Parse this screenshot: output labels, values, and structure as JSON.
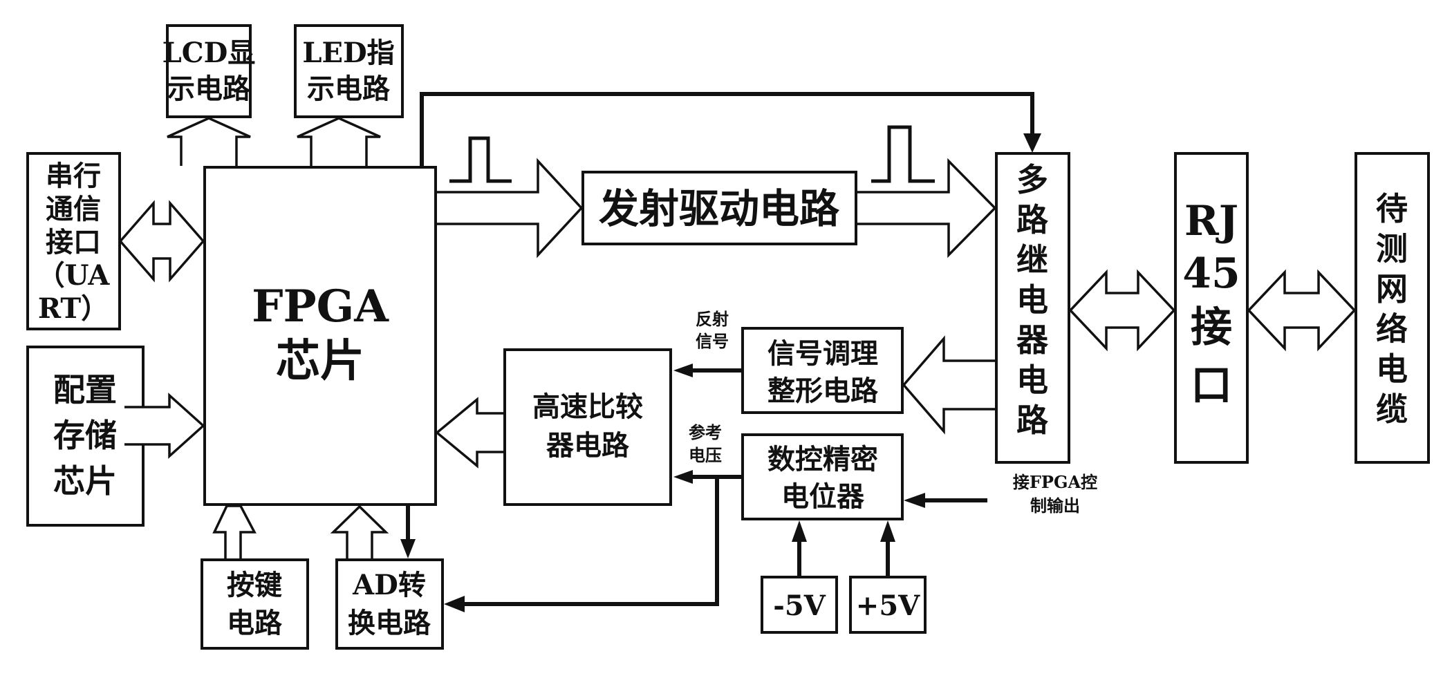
{
  "blocks": {
    "lcd": [
      "LCD显",
      "示电路"
    ],
    "led": [
      "LED指",
      "示电路"
    ],
    "uart": [
      "串行",
      "通信",
      "接口",
      "（UA",
      "RT）"
    ],
    "config": [
      "配置",
      "存储",
      "芯片"
    ],
    "fpga": [
      "FPGA",
      "芯片"
    ],
    "tx_driver": [
      "发射驱动电路"
    ],
    "relay": [
      "多",
      "路",
      "继",
      "电",
      "器",
      "电",
      "路"
    ],
    "rj45": [
      "RJ",
      "45",
      "接",
      "口"
    ],
    "cable": [
      "待",
      "测",
      "网",
      "络",
      "电",
      "缆"
    ],
    "conditioning": [
      "信号调理",
      "整形电路"
    ],
    "comparator": [
      "高速比较",
      "器电路"
    ],
    "digipot": [
      "数控精密",
      "电位器"
    ],
    "keys": [
      "按键",
      "电路"
    ],
    "adc": [
      "AD转",
      "换电路"
    ],
    "neg5v": [
      "-5V"
    ],
    "pos5v": [
      "+5V"
    ]
  },
  "labels": {
    "reflected": [
      "反射",
      "信号"
    ],
    "reference": [
      "参考",
      "电压"
    ],
    "fpga_ctrl": [
      "接FPGA控",
      "制输出"
    ]
  }
}
